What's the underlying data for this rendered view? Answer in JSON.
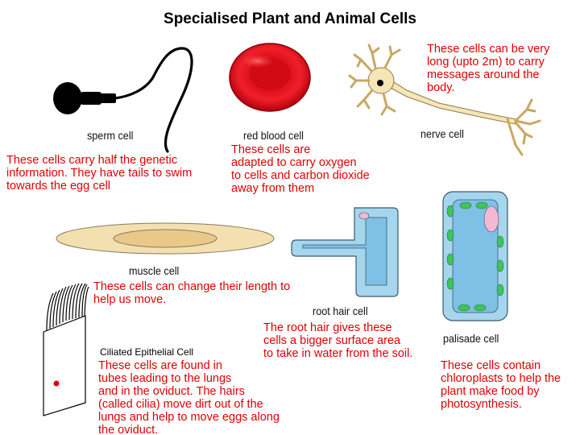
{
  "title": "Specialised Plant and Animal Cells",
  "colors": {
    "description_text": "#e00000",
    "blood_cell": "#e8141e",
    "muscle_cell": "#f4dfb0",
    "root_hair_cell": "#a6d6ee",
    "chloroplast": "#3fc35b",
    "nerve_cell": "#f6e6b6"
  },
  "cells": {
    "sperm": {
      "label": "sperm cell",
      "description": "These cells carry half the genetic\ninformation.  They have tails to swim\ntowards the egg cell"
    },
    "red_blood": {
      "label": "red blood cell",
      "description": "These cells are\nadapted to carry oxygen\nto cells and carbon dioxide\naway from them"
    },
    "nerve": {
      "label": "nerve cell",
      "description": "These cells can be very\nlong (upto 2m) to carry\nmessages around the\nbody."
    },
    "muscle": {
      "label": "muscle cell",
      "description": "These cells can change their length to\nhelp us move."
    },
    "root_hair": {
      "label": "root hair cell",
      "description": "The root hair gives these\ncells a bigger surface area\nto take in water from the soil."
    },
    "palisade": {
      "label": "palisade cell",
      "description": "These cells contain\nchloroplasts to help the\nplant make food by\nphotosynthesis."
    },
    "ciliated": {
      "label": "Ciliated Epithelial Cell",
      "description": "These cells are found in\ntubes leading to the lungs\nand in the oviduct.  The hairs\n(called cilia) move dirt out of the\nlungs and help to move eggs along\nthe oviduct."
    }
  }
}
